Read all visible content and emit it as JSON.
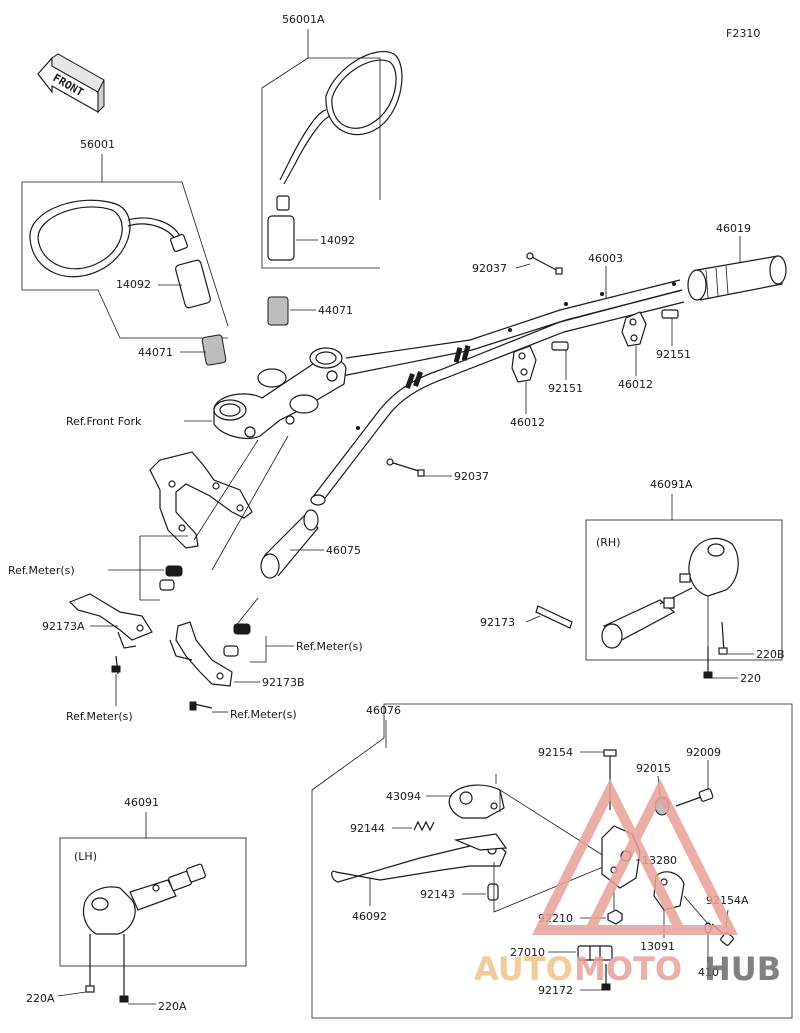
{
  "figure_code": "F2310",
  "front_arrow": "FRONT",
  "labels": {
    "p56001A": "56001A",
    "p56001": "56001",
    "p14092_a": "14092",
    "p14092_b": "14092",
    "p44071_a": "44071",
    "p44071_b": "44071",
    "p46019": "46019",
    "p92037_a": "92037",
    "p92037_b": "92037",
    "p46003": "46003",
    "p92151_a": "92151",
    "p92151_b": "92151",
    "p46012_a": "46012",
    "p46012_b": "46012",
    "ref_front_fork": "Ref.Front Fork",
    "p46075": "46075",
    "ref_meter_1": "Ref.Meter(s)",
    "ref_meter_2": "Ref.Meter(s)",
    "ref_meter_3": "Ref.Meter(s)",
    "ref_meter_4": "Ref.Meter(s)",
    "p92173A": "92173A",
    "p92173B": "92173B",
    "p92173": "92173",
    "p46091A": "46091A",
    "rh": "(RH)",
    "p220B": "220B",
    "p220_rh": "220",
    "p46076": "46076",
    "p92154": "92154",
    "p92015": "92015",
    "p92009": "92009",
    "p43094": "43094",
    "p92144": "92144",
    "p13280": "13280",
    "p92143": "92143",
    "p46092": "46092",
    "p92210": "92210",
    "p92154A": "92154A",
    "p13091": "13091",
    "p27010": "27010",
    "p410": "410",
    "p92172": "92172",
    "p46091": "46091",
    "lh": "(LH)",
    "p220A_a": "220A",
    "p220A_b": "220A"
  },
  "watermark": {
    "text_auto": "AUTO",
    "text_moto": "MOTO",
    "text_hub": "HUB",
    "color_primary": "#e8a19a",
    "color_secondary": "#f2c28a",
    "color_dark": "#6b6b6b"
  }
}
